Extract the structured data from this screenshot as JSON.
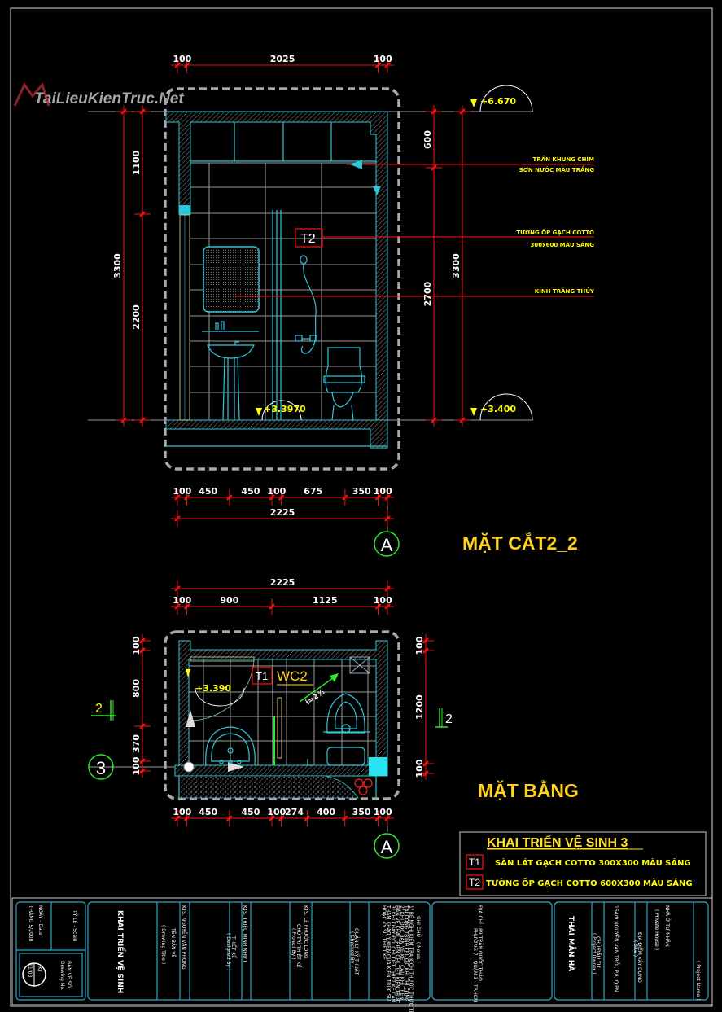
{
  "watermark": "TaiLieuKienTruc.Net",
  "section": {
    "title": "MẶT CẮT2_2",
    "top_dims": [
      "100",
      "2025",
      "100"
    ],
    "bottom_dims": [
      "100",
      "450",
      "450",
      "100",
      "675",
      "350",
      "100"
    ],
    "bottom_total": [
      "2225"
    ],
    "left_total": [
      "3300"
    ],
    "left_dims": [
      "1100",
      "2200"
    ],
    "right_dims": [
      "600",
      "2700"
    ],
    "right_total": [
      "3300"
    ],
    "levels": {
      "top": "+6.670",
      "floor": "+3.400",
      "inner": "+3.3970"
    },
    "tag": "T2",
    "axis": "A",
    "notes": {
      "ceiling_1": "TRẦN KHUNG CHÌM",
      "ceiling_2": "SƠN NƯỚC MÀU TRẮNG",
      "wall_1": "TƯỜNG ỐP GẠCH COTTO",
      "wall_2": "300x600 MÀU SÁNG",
      "mirror": "KÍNH TRÁNG THỦY"
    }
  },
  "plan": {
    "title": "MẶT BẰNG",
    "top_total": [
      "2225"
    ],
    "top_dims": [
      "100",
      "900",
      "1125",
      "100"
    ],
    "bottom_dims": [
      "100",
      "450",
      "450",
      "100",
      "274",
      "400",
      "350",
      "100"
    ],
    "left_dims": [
      "100",
      "800",
      "370",
      "100"
    ],
    "right_dims": [
      "100",
      "1200",
      "100"
    ],
    "level": "+3.390",
    "tag": "T1",
    "room": "WC2",
    "slope": "i=2%",
    "axis_row": "3",
    "section_mark_left": "2",
    "section_mark_right": "2",
    "axis_col": "A"
  },
  "legend": {
    "title": "KHAI TRIỂN VỆ SINH 3",
    "items": [
      {
        "tag": "T1",
        "text": "SÀN LÁT GẠCH COTTO 300X300 MÀU SÁNG"
      },
      {
        "tag": "T2",
        "text": "TƯỜNG ỐP GẠCH COTTO 600X300 MÀU SÁNG"
      }
    ]
  },
  "title_block": {
    "scale_label": "TỶ LỆ - Scale",
    "date_label": "NGÀY - Date",
    "date": "THÁNG 5/2008",
    "drawing_no_label": "BẢN VẼ SỐ",
    "drawing_no_label_en": "Drawing No.",
    "drawing_code": "KT",
    "drawing_no": "11/03",
    "drawing_title": "KHAI TRIỂN VỆ SINH",
    "drawing_title_label": "TÊN BẢN VẼ",
    "drawing_title_label_en": "( Drawing Title )",
    "designer": "KTS. NGUYỄN VĂN PHONG",
    "designer_role": "THIẾT KẾ",
    "designer_role_en": "( Designed By )",
    "lead": "KTS. TRIỆU MINH NHỰT",
    "project_by": "KTS. LÊ PHƯỚC LONG",
    "project_by_role": "CHỦ TRÌ THIẾT KẾ",
    "project_by_role_en": "( Project By )",
    "checked_role": "QUẢN LÝ KỸ THUẬT",
    "checked_role_en": "( Checked By )",
    "notes_label": "GHI CHÚ - ( Notes )",
    "notes": [
      "1/ BỀ NGHỊ KIỂM TRA KÍCH THƯỚC THỰC TẾ",
      "TẠI CÔNG TRÌNH TRƯỚC KHI THI CÔNG",
      "2/ KHI ĐỌC BẢN VẼ KẾT CẤU KHI TRÊN",
      "BẢN VẼ KHAI TRIỂN CHI TIẾT KIẾN TRÚC",
      "3/ KHI THAY ĐỔI CHI TIẾT THIẾT KẾ CẦN",
      "THAM KHẢO Ý KIẾN CỦA KIẾN TRÚC SƯ",
      "HOẶC KỸ SƯ THIẾT KẾ"
    ],
    "address_label": "ĐỊA CHỈ :",
    "address_1": "89 TRẦN QUỐC THẢO",
    "address_2": "PHƯỜNG 7 - QUẬN 3 - TP.HCM",
    "owner": "THÁI MẪN HÀ",
    "owner_label": "CHỦ ĐẦU TƯ",
    "owner_label_en": "( Project Owner )",
    "site": "154/9 NGUYỄN VĂN TRỖI, P.8, Q.PN",
    "site_label": "ĐỊA ĐIỂM XÂY DỰNG",
    "site_label_en": "( Site )",
    "project": "NHÀ Ở TƯ NHÂN",
    "project_en": "( Private House )",
    "project_label": "( Project Name )"
  }
}
